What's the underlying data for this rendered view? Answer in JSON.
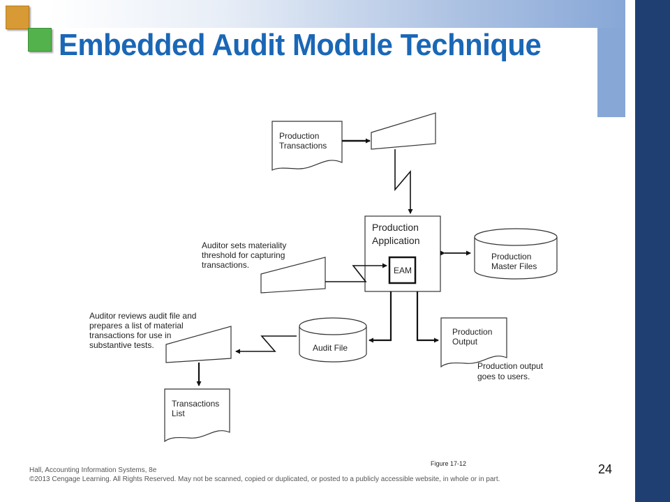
{
  "slide": {
    "title": "Embedded Audit Module Technique",
    "figure_label": "Figure 17-12",
    "footer_line1": "Hall, Accounting Information Systems, 8e",
    "footer_line2": "©2013 Cengage Learning. All Rights Reserved. May not be scanned, copied or duplicated, or posted to a publicly accessible website, in whole or in part.",
    "page_number": "24",
    "colors": {
      "title": "#1a67b6",
      "right_bar": "#1f3f73",
      "accent_blue": "#87a7d7",
      "orange_square": "#d89a35",
      "green_square": "#54b24d"
    }
  },
  "diagram": {
    "production_transactions": [
      "Production",
      "Transactions"
    ],
    "production_application": [
      "Production",
      "Application"
    ],
    "eam": "EAM",
    "production_master_files": [
      "Production",
      "Master Files"
    ],
    "auditor_sets_note": [
      "Auditor sets materiality",
      "threshold for capturing",
      "transactions."
    ],
    "auditor_reviews_note": [
      "Auditor reviews audit file and",
      "prepares a list of material",
      "transactions for use in",
      "substantive tests."
    ],
    "audit_file": "Audit File",
    "production_output": [
      "Production",
      "Output"
    ],
    "production_output_note": [
      "Production output",
      "goes to users."
    ],
    "transactions_list": [
      "Transactions",
      "List"
    ]
  }
}
